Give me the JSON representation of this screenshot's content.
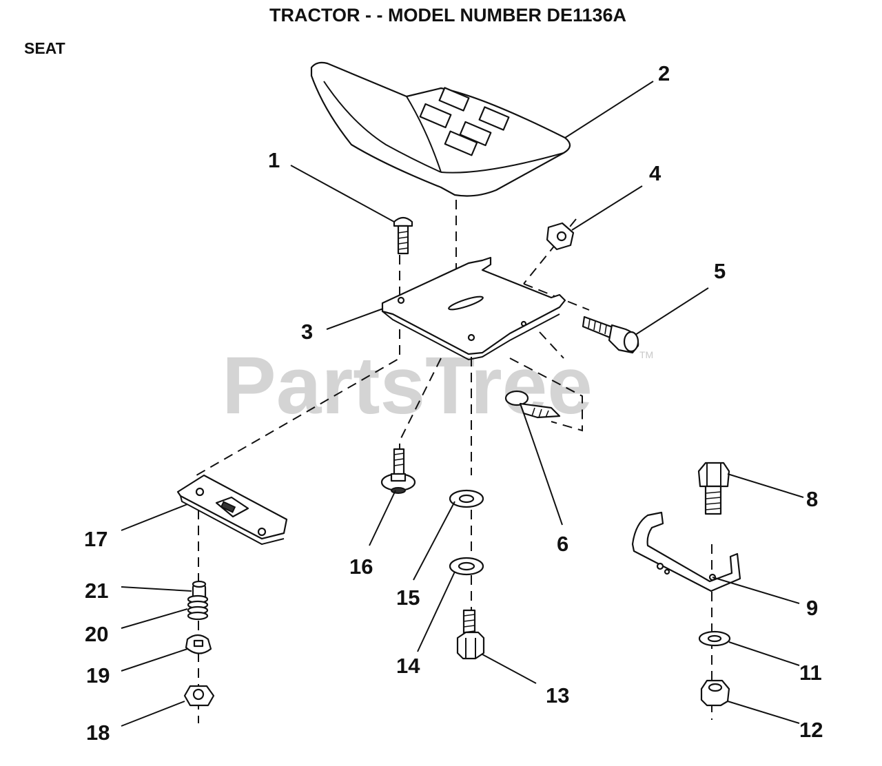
{
  "title": "TRACTOR - - MODEL NUMBER DE1136A",
  "section": "SEAT",
  "watermark": "PartsTree",
  "trademark": "TM",
  "callouts": [
    "1",
    "2",
    "3",
    "4",
    "5",
    "6",
    "8",
    "9",
    "11",
    "12",
    "13",
    "14",
    "15",
    "16",
    "17",
    "18",
    "19",
    "20",
    "21"
  ],
  "colors": {
    "ink": "#111111",
    "watermark": "#d4d4d4",
    "background": "#ffffff"
  }
}
